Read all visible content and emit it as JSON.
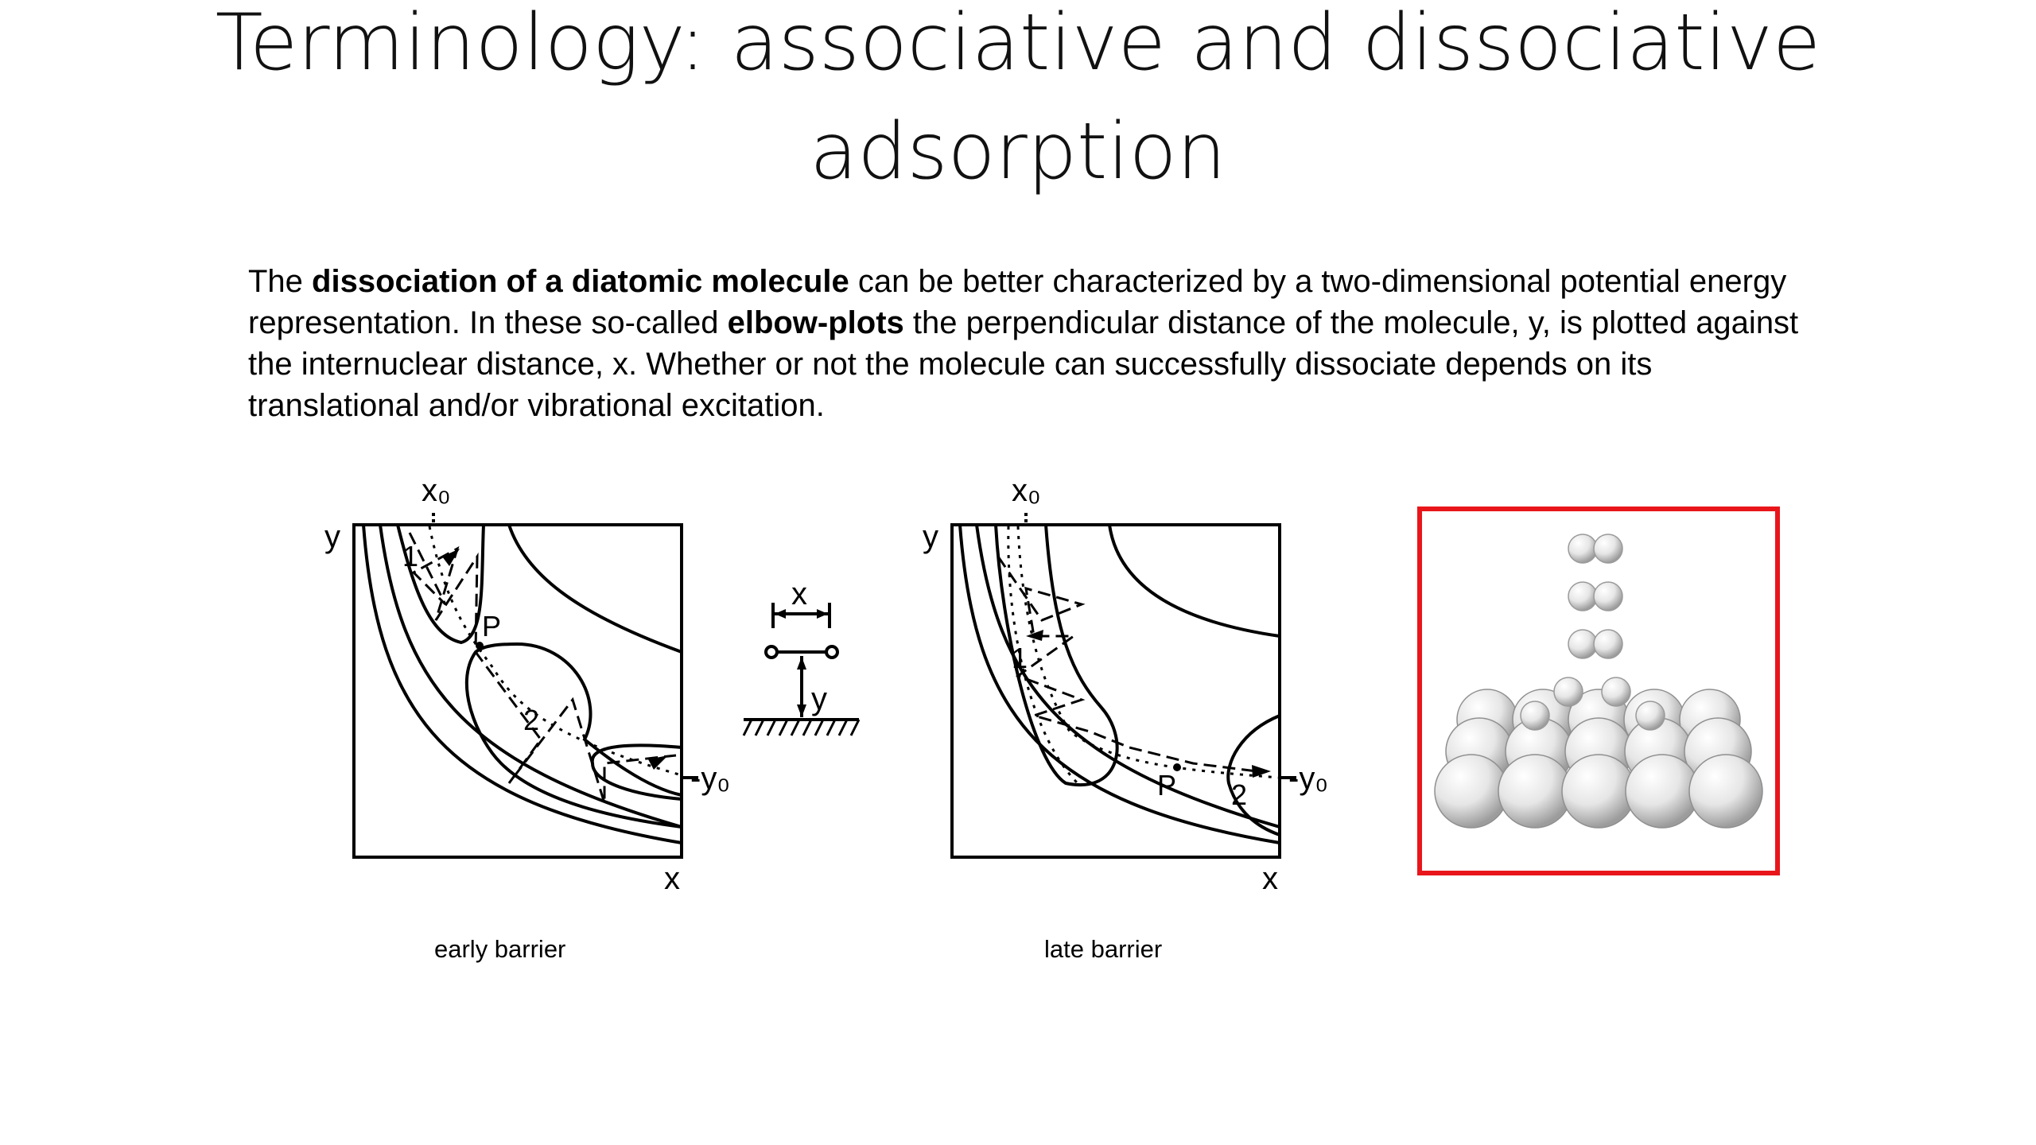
{
  "title": "Terminology: associative and dissociative adsorption",
  "paragraph": {
    "t1": "The ",
    "b1": "dissociation of a diatomic molecule",
    "t2": " can be better characterized by a two-dimensional potential energy representation.  In these so-called ",
    "b2": "elbow-plots",
    "t3": " the perpendicular distance of the molecule, y, is plotted against the internuclear distance, x. Whether or not the molecule can successfully dissociate depends on its translational and/or vibrational excitation."
  },
  "captions": {
    "early": "early barrier",
    "late": "late barrier"
  },
  "plot_labels": {
    "x0": "x₀",
    "y": "y",
    "x": "x",
    "y0": "-y₀",
    "P": "P",
    "one": "1",
    "two": "2"
  },
  "colors": {
    "frame_red": "#e8161b",
    "sphere": "#e9e9e9"
  }
}
